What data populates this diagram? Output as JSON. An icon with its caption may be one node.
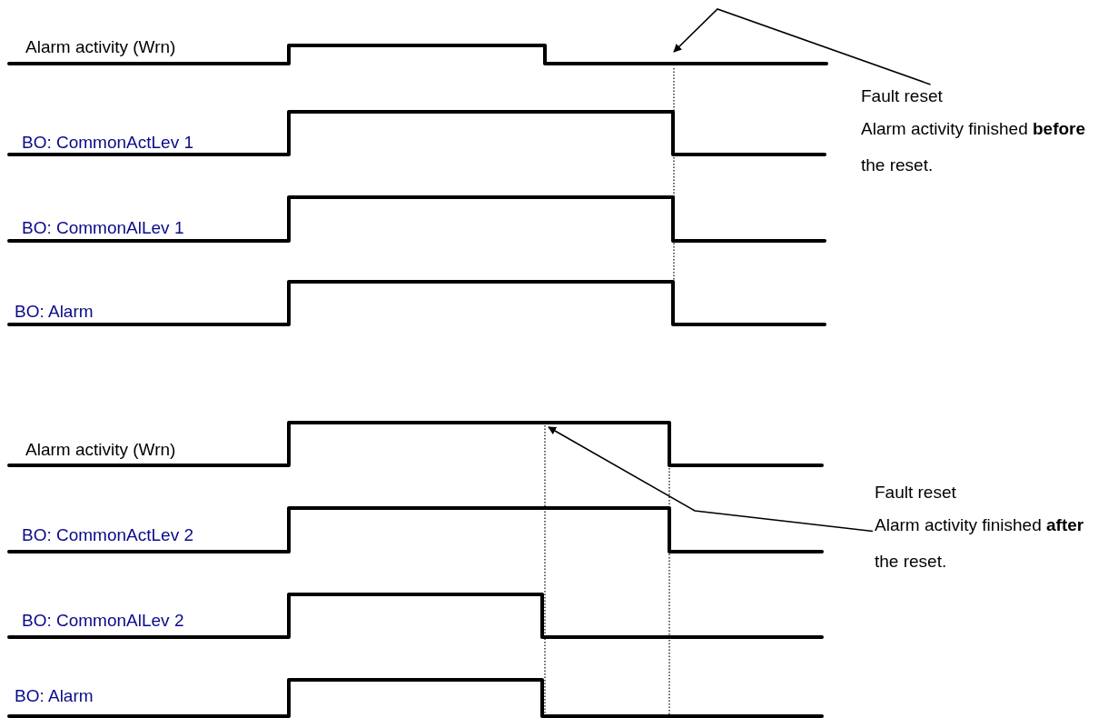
{
  "diagram": {
    "nodes": [
      {
        "text": [
          "Fault reset",
          "Alarm activity finished **before**  the reset."
        ]
      },
      {
        "text": [
          "Fault reset",
          "Alarm activity finished **after**  the reset."
        ]
      }
    ],
    "edges": [
      {
        "from": 0,
        "to": null,
        "arrow": "to"
      },
      {
        "from": 1,
        "to": null,
        "arrow": "to"
      }
    ],
    "labels": [
      "Alarm activity (Wrn)",
      "BO: CommonActLev 1",
      "BO: CommonAlLev 1",
      "BO: Alarm",
      "Alarm activity (Wrn)",
      "BO: CommonActLev 2",
      "BO: CommonAlLev 2",
      "BO: Alarm"
    ]
  }
}
